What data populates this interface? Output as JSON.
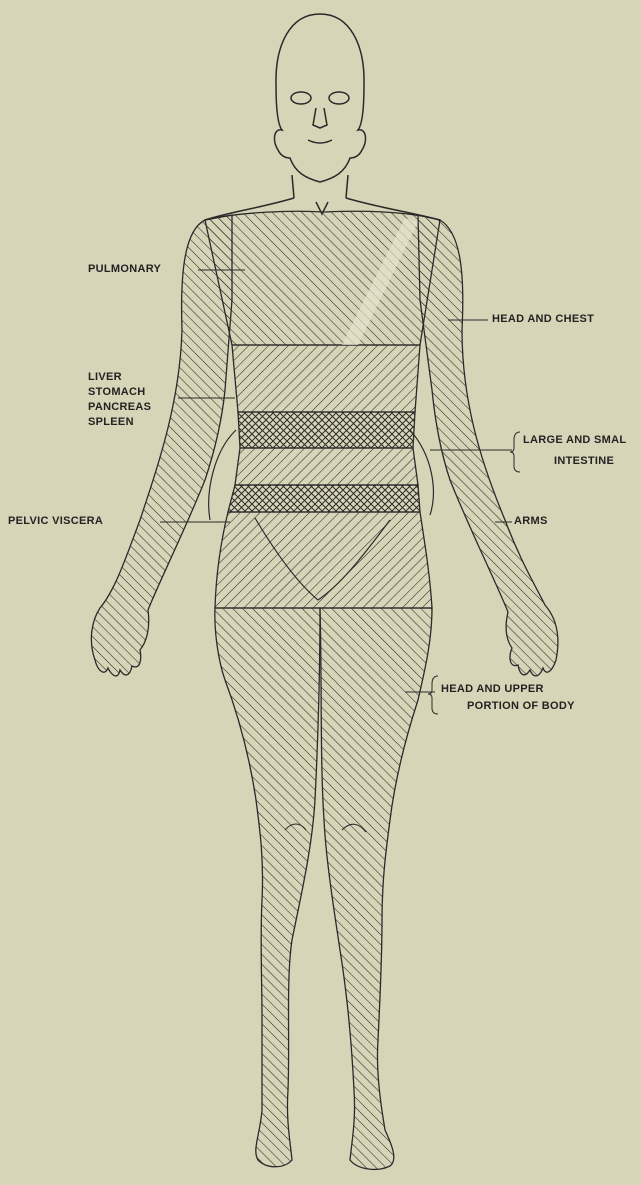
{
  "labels": {
    "pulmonary": "PULMONARY",
    "head_and_chest": "HEAD AND CHEST",
    "liver": "LIVER",
    "stomach": "STOMACH",
    "pancreas": "PANCREAS",
    "spleen": "SPLEEN",
    "large_and_small": "LARGE AND SMAL",
    "intestine": "INTESTINE",
    "pelvic_viscera": "PELVIC VISCERA",
    "arms": "ARMS",
    "head_and_upper": "HEAD AND UPPER",
    "portion_of_body": "PORTION OF BODY"
  },
  "colors": {
    "paper": "#d7d5b8",
    "ink": "#2a2a2a"
  }
}
